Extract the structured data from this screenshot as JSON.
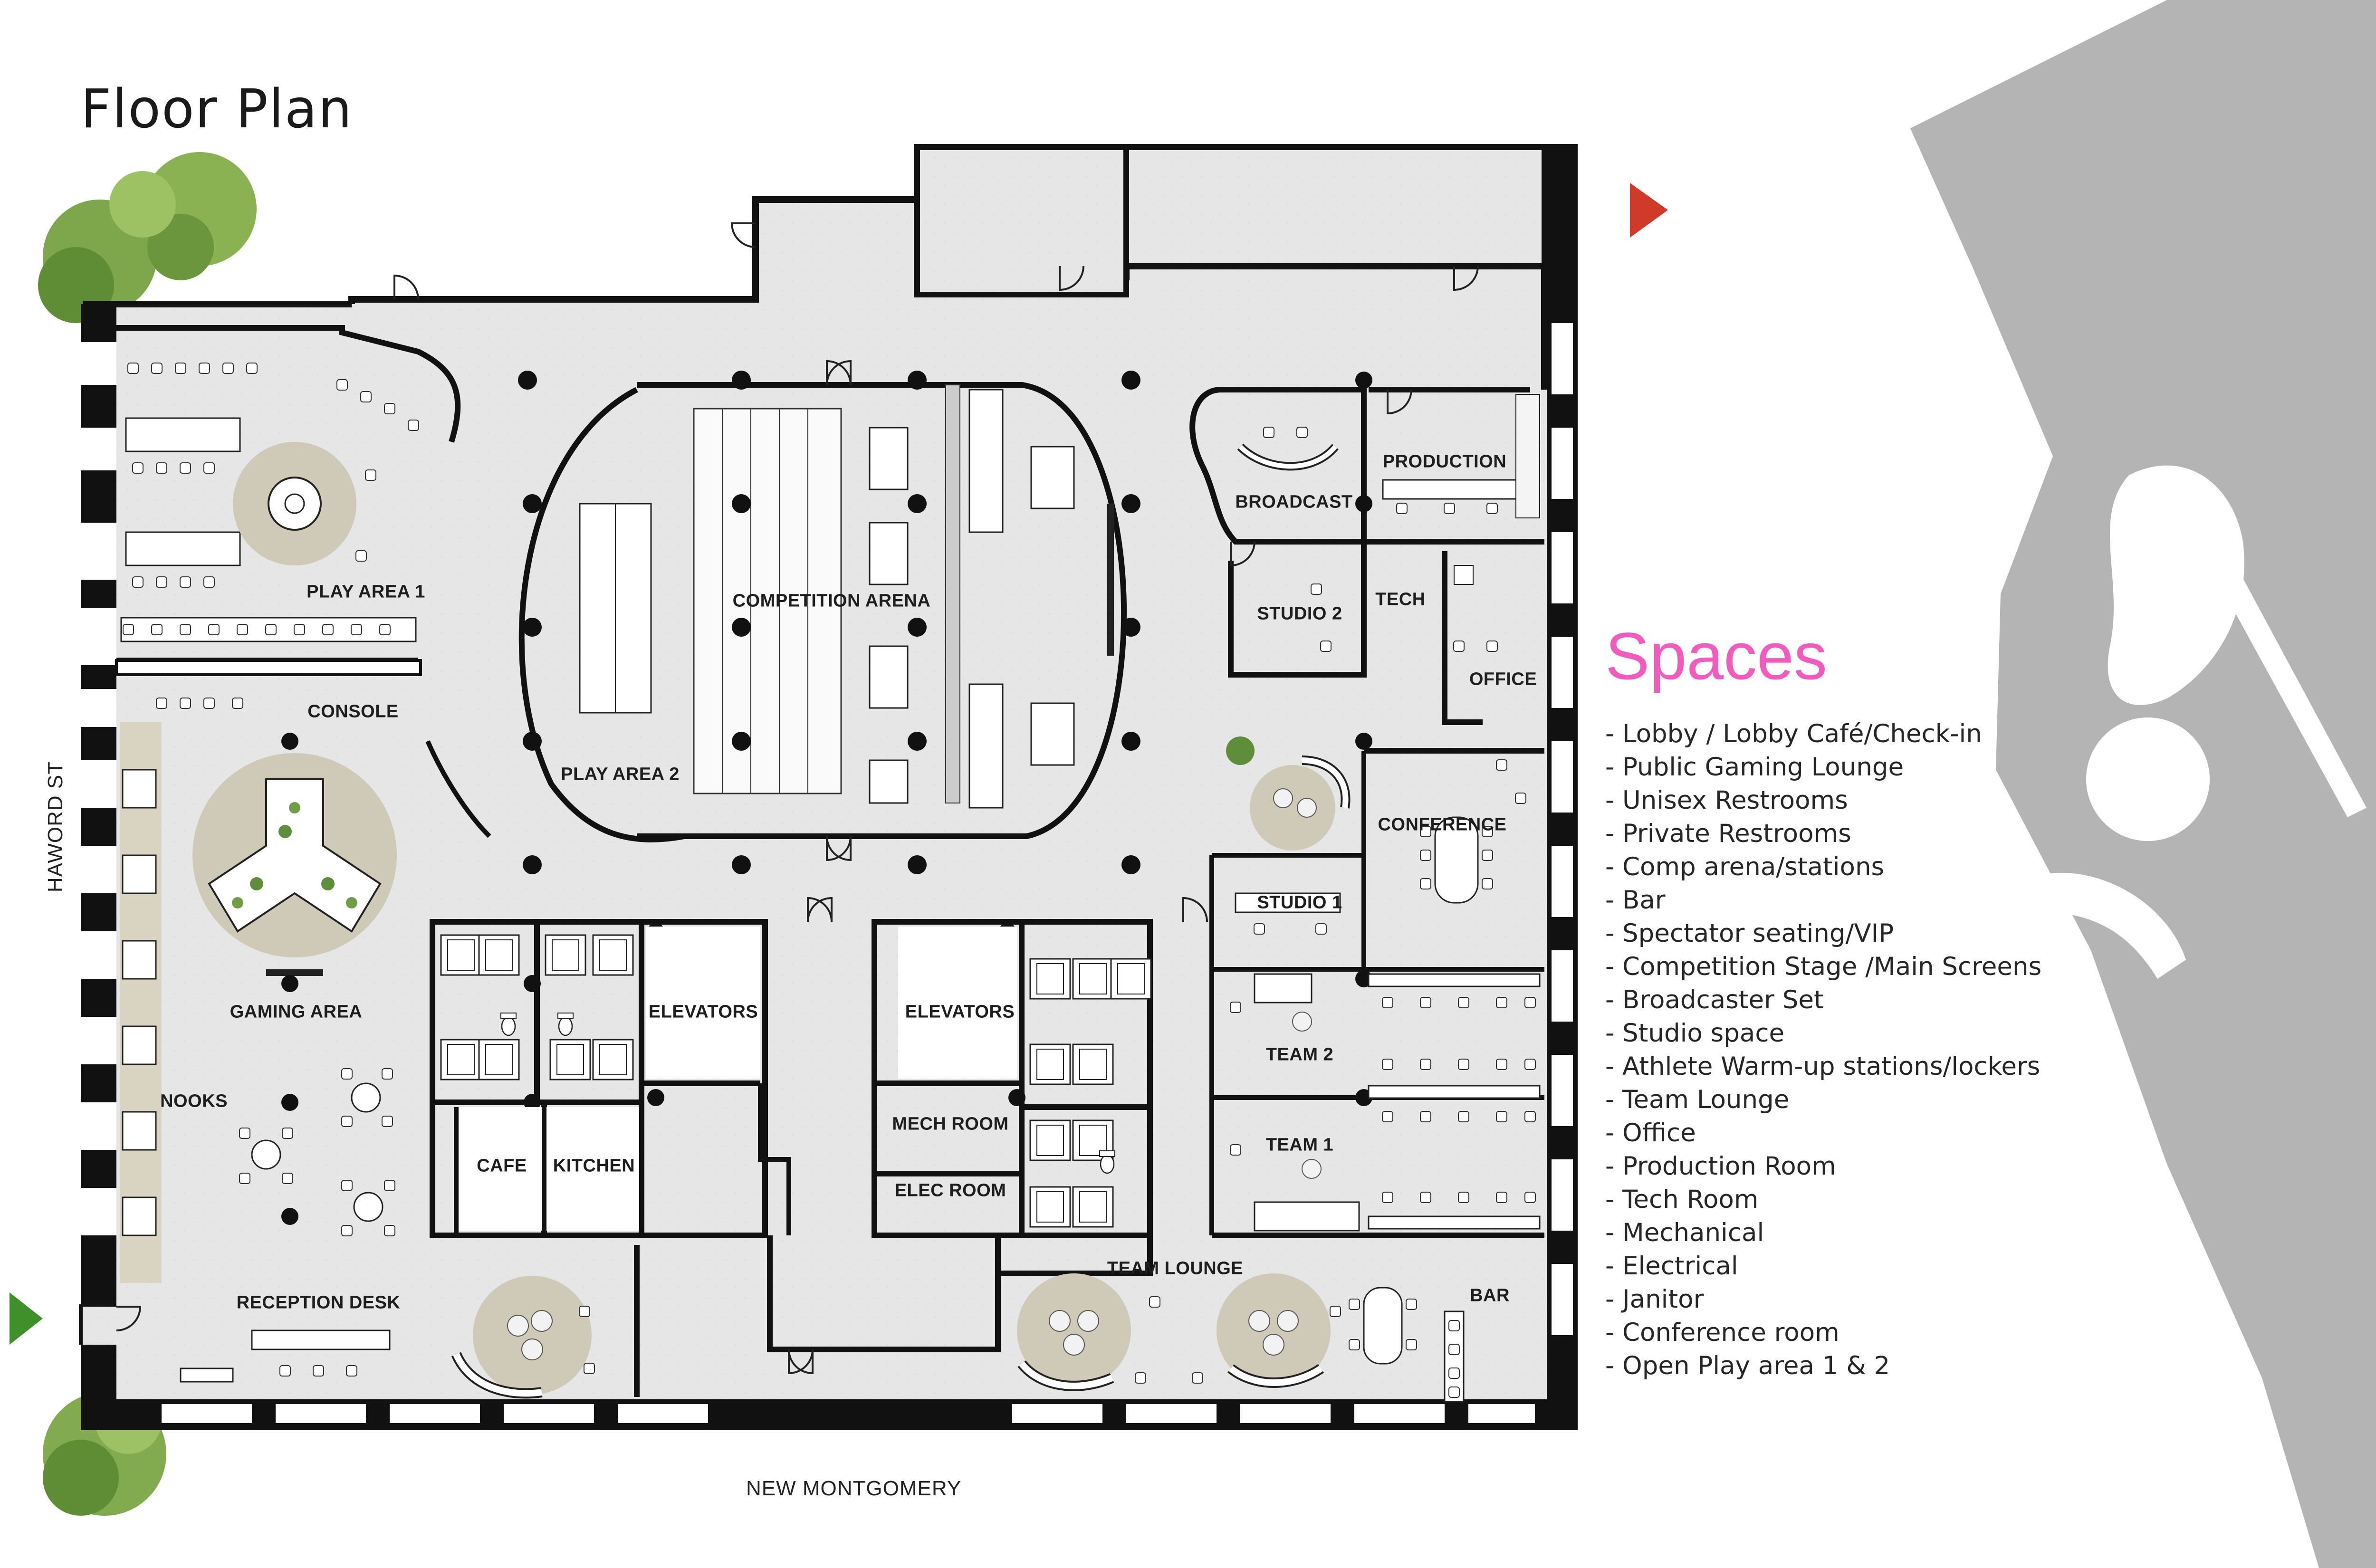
{
  "title": "Floor Plan",
  "rooms": {
    "play_area_1": "PLAY AREA 1",
    "console": "CONSOLE",
    "competition_arena": "COMPETITION ARENA",
    "play_area_2": "PLAY AREA 2",
    "broadcast": "BROADCAST",
    "production": "PRODUCTION",
    "studio_2": "STUDIO 2",
    "tech": "TECH",
    "office": "OFFICE",
    "conference": "CONFERENCE",
    "studio_1": "STUDIO 1",
    "gaming_area": "GAMING AREA",
    "nooks": "NOOKS",
    "elevators_left": "ELEVATORS",
    "elevators_right": "ELEVATORS",
    "mech_room": "MECH ROOM",
    "elec_room": "ELEC ROOM",
    "cafe": "CAFE",
    "kitchen": "KITCHEN",
    "team_2": "TEAM 2",
    "team_1": "TEAM 1",
    "team_lounge": "TEAM LOUNGE",
    "bar": "BAR",
    "reception_desk": "RECEPTION DESK"
  },
  "streets": {
    "west": "HAWORD ST",
    "south": "NEW MONTGOMERY"
  },
  "spaces": {
    "title": "Spaces",
    "items": [
      "- Lobby / Lobby Café/Check-in",
      "- Public Gaming Lounge",
      "- Unisex Restrooms",
      "- Private Restrooms",
      "- Comp arena/stations",
      "- Bar",
      "- Spectator seating/VIP",
      "- Competition Stage /Main Screens",
      "- Broadcaster Set",
      "- Studio space",
      "- Athlete Warm-up stations/lockers",
      "- Team Lounge",
      "- Office",
      "- Production Room",
      "- Tech Room",
      "- Mechanical",
      "- Electrical",
      "- Janitor",
      "- Conference room",
      "- Open Play area 1 & 2"
    ]
  },
  "colors": {
    "title_accent": "#f05bbd",
    "entry_arrow": "#3f8f2a",
    "exit_arrow": "#d03a2a",
    "floor": "#e3e3e3",
    "wall": "#111111",
    "logo_gray": "#b4b4b4",
    "rug": "#cfc9b8"
  },
  "icons": {
    "entry": "green-entry-arrow-icon",
    "exit": "red-exit-arrow-icon",
    "tree": "tree-icon",
    "logo": "abstract-logo-graphic"
  }
}
